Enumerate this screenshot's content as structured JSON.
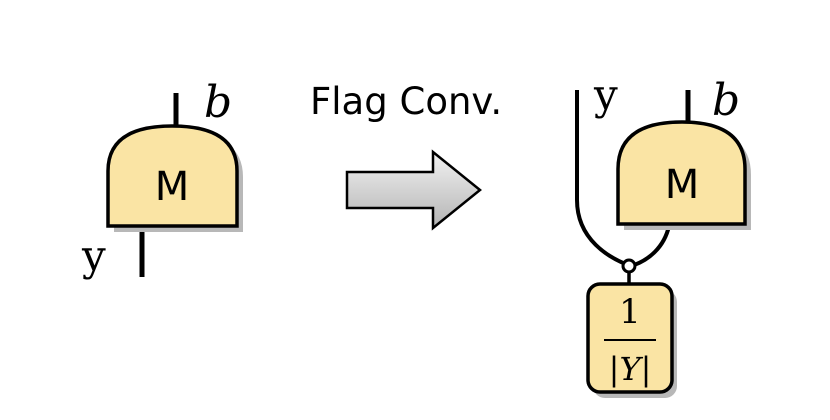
{
  "colors": {
    "gate_fill": "#fae4a4",
    "arrow_fill_light": "#eeeeee",
    "arrow_fill_dark": "#b4b4b4",
    "stroke": "#000000"
  },
  "left_gate": {
    "label": "M",
    "top_wire_label": "b",
    "bottom_wire_label": "y"
  },
  "transform": {
    "label": "Flag Conv."
  },
  "right_gate": {
    "label": "M",
    "top_wire_label": "b",
    "flag_wire_label": "y",
    "box_numerator": "1",
    "box_denominator": "|Y|"
  }
}
